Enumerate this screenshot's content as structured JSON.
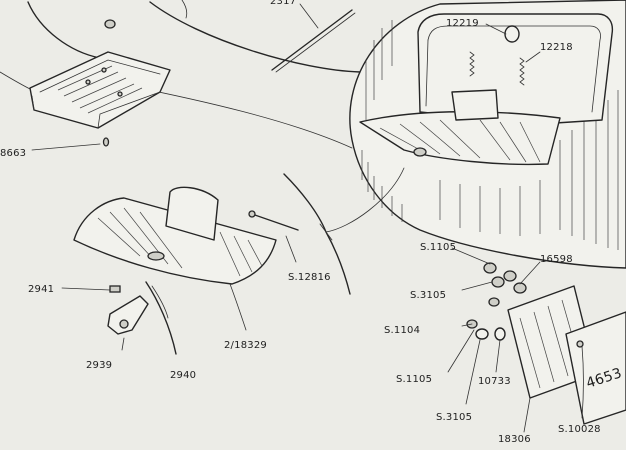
{
  "labels": {
    "p2317": "2317",
    "p12219": "12219",
    "p12218": "12218",
    "p8663": "8663",
    "p2941": "2941",
    "s12816": "S.12816",
    "p2939": "2939",
    "p2940": "2940",
    "p18329": "2/18329",
    "s1105_top": "S.1105",
    "p16598": "16598",
    "s3105_top": "S.3105",
    "s1104": "S.1104",
    "s1105_bottom": "S.1105",
    "p10733": "10733",
    "s3105_bottom": "S.3105",
    "p18306": "18306",
    "s10028": "S.10028",
    "plate_text": "4653"
  }
}
